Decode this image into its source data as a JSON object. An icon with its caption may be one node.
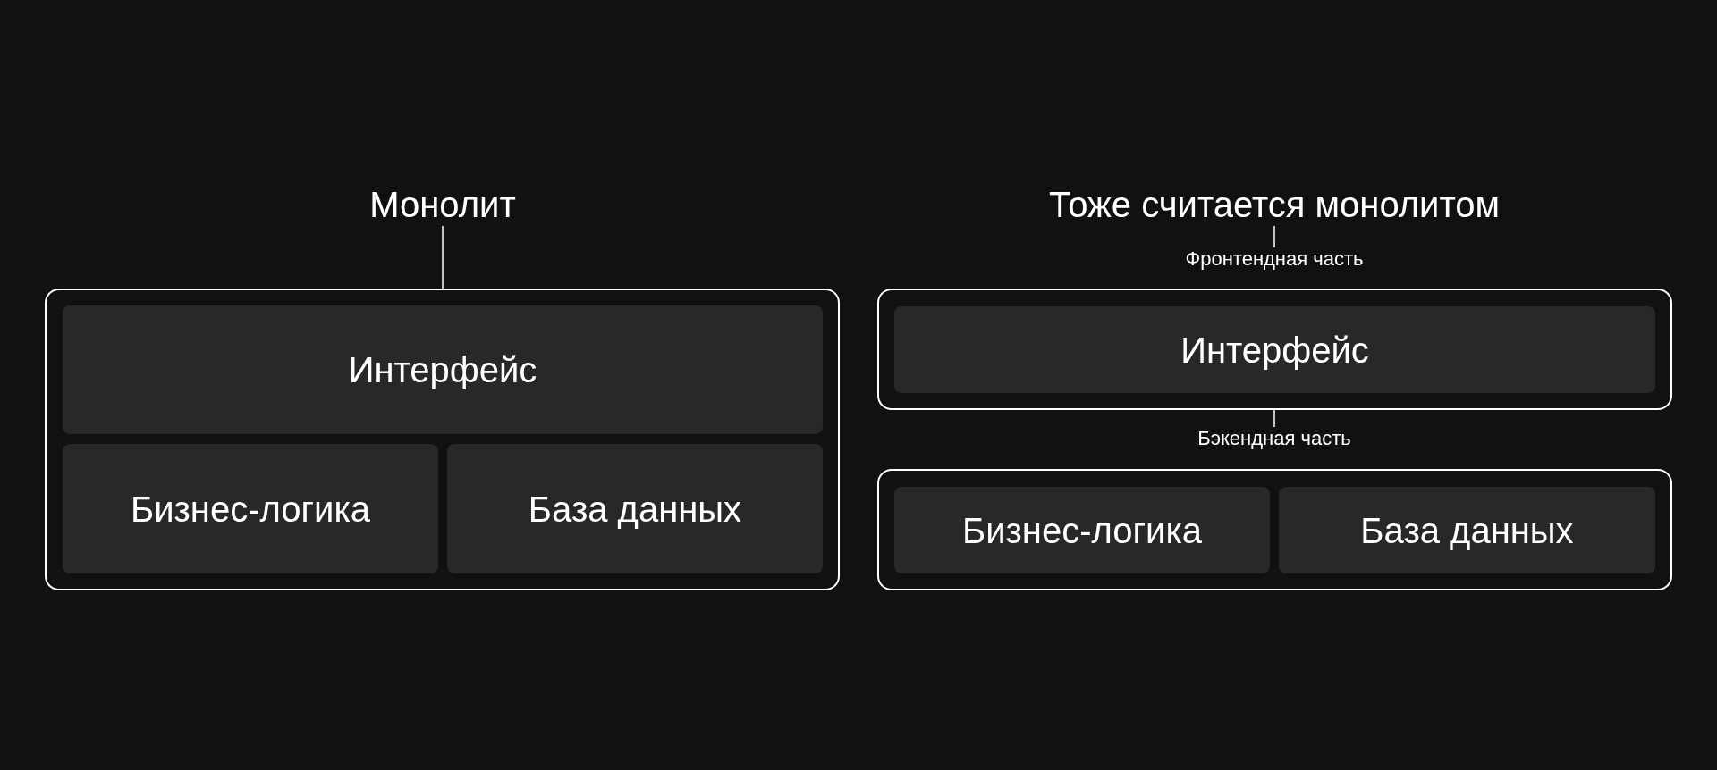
{
  "diagram": {
    "nodes": [
      {
        "text": [
          "Монолит"
        ]
      },
      {
        "text": [],
        "shape": "box"
      },
      {
        "text": [
          "Интерфейс"
        ],
        "in": 1
      },
      {
        "text": [
          "Бизнес-логика"
        ],
        "in": 1
      },
      {
        "text": [
          "База данных"
        ],
        "in": 1
      },
      {
        "text": [
          "Тоже считается монолитом"
        ]
      },
      {
        "text": [
          "Фронтендная часть"
        ]
      },
      {
        "text": [],
        "shape": "box"
      },
      {
        "text": [
          "Интерфейс"
        ],
        "in": 7
      },
      {
        "text": [
          "Бэкендная часть"
        ]
      },
      {
        "text": [],
        "shape": "box"
      },
      {
        "text": [
          "Бизнес-логика"
        ],
        "in": 10
      },
      {
        "text": [
          "База данных"
        ],
        "in": 10
      }
    ],
    "edges": [
      {
        "from": 0,
        "to": 1,
        "arrow": "none"
      },
      {
        "from": 5,
        "to": 6,
        "arrow": "none"
      },
      {
        "from": 7,
        "to": 9,
        "arrow": "none"
      }
    ]
  }
}
